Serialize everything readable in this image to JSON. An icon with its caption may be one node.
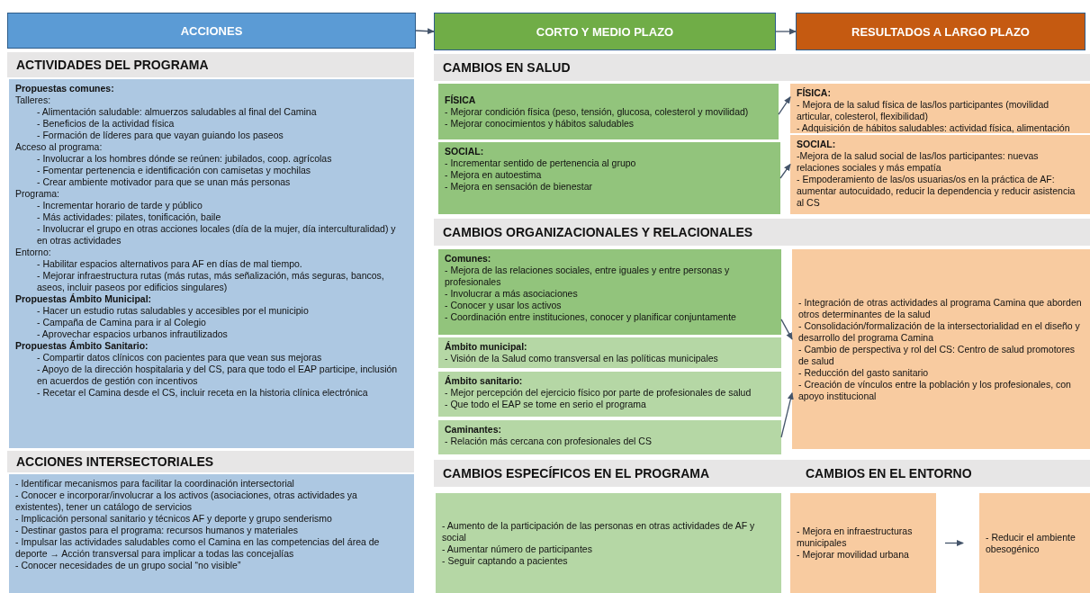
{
  "diagram": {
    "nodes": [
      {
        "text": [
          "ACCIONES"
        ]
      },
      {
        "text": [
          "CORTO Y MEDIO PLAZO"
        ]
      },
      {
        "text": [
          "RESULTADOS A LARGO PLAZO"
        ]
      },
      {
        "text": [
          "ACTIVIDADES DEL PROGRAMA"
        ]
      },
      {
        "text": [
          "Propuestas comunes:",
          "Talleres:",
          "- Alimentación saludable: almuerzos saludables al final del Camina",
          "- Beneficios de la actividad física",
          "- Formación de líderes para que vayan guiando los paseos",
          "Acceso al programa:",
          "- Involucrar a los hombres dónde se reúnen: jubilados, coop. agrícolas",
          "- Fomentar pertenencia e identificación con camisetas y mochilas",
          "- Crear ambiente motivador para que se unan más personas",
          "Programa:",
          "- Incrementar horario de tarde y público",
          "- Más actividades: pilates, tonificación, baile",
          "- Involucrar el grupo en otras acciones locales (día de la mujer, día interculturalidad) y en otras actividades",
          "Entorno:",
          "- Habilitar espacios alternativos para AF en días de mal tiempo.",
          "- Mejorar infraestructura rutas (más rutas, más señalización, más seguras, bancos, aseos, incluir paseos por edificios singulares)",
          "Propuestas Ámbito Municipal:",
          "- Hacer un estudio rutas saludables y accesibles por el municipio",
          "- Campaña de Camina para ir al Colegio",
          "- Aprovechar espacios urbanos infrautilizados",
          "Propuestas Ámbito Sanitario:",
          "- Compartir datos clínicos con pacientes para que vean sus mejoras",
          "- Apoyo de la dirección hospitalaria y del CS, para que todo el EAP participe, inclusión en acuerdos de gestión con incentivos",
          "- Recetar el Camina desde el CS, incluir receta en la historia clínica electrónica"
        ]
      },
      {
        "text": [
          "ACCIONES INTERSECTORIALES"
        ]
      },
      {
        "text": [
          "- Identificar mecanismos para facilitar la coordinación intersectorial",
          "- Conocer e incorporar/involucrar a los activos (asociaciones, otras actividades ya existentes), tener un catálogo de servicios",
          "- Implicación personal sanitario y técnicos AF y deporte y grupo senderismo",
          "- Destinar gastos para el programa: recursos humanos y materiales",
          "- Impulsar las actividades saludables como el Camina en las competencias del área de deporte → Acción transversal para implicar a todas las concejalías",
          "- Conocer necesidades de un grupo social “no visible”"
        ]
      },
      {
        "text": [
          "CAMBIOS EN SALUD"
        ]
      },
      {
        "text": [
          "FÍSICA",
          "- Mejorar condición física (peso, tensión, glucosa, colesterol y movilidad)",
          "- Mejorar conocimientos y hábitos saludables"
        ]
      },
      {
        "text": [
          "SOCIAL:",
          "- Incrementar sentido de pertenencia al grupo",
          "- Mejora en autoestima",
          "- Mejora en sensación de bienestar"
        ]
      },
      {
        "text": [
          "FÍSICA:",
          "- Mejora de la salud física de las/los participantes (movilidad articular, colesterol, flexibilidad)",
          "- Adquisición de hábitos saludables: actividad física, alimentación"
        ]
      },
      {
        "text": [
          "SOCIAL:",
          "-Mejora de la salud social de las/los participantes: nuevas relaciones sociales y más empatía",
          "- Empoderamiento de las/os usuarias/os en la práctica de AF: aumentar autocuidado, reducir la dependencia y reducir asistencia al CS"
        ]
      },
      {
        "text": [
          "CAMBIOS ORGANIZACIONALES Y RELACIONALES"
        ]
      },
      {
        "text": [
          "Comunes:",
          "- Mejora de las relaciones sociales, entre iguales y entre personas y profesionales",
          "- Involucrar a más asociaciones",
          "- Conocer y usar los activos",
          "- Coordinación entre instituciones, conocer y planificar conjuntamente"
        ]
      },
      {
        "text": [
          "Ámbito municipal:",
          "- Visión de la Salud como transversal en las políticas municipales"
        ]
      },
      {
        "text": [
          "Ámbito sanitario:",
          "- Mejor percepción del ejercicio físico por parte de profesionales de salud",
          "- Que todo el EAP se tome en serio el programa"
        ]
      },
      {
        "text": [
          "Caminantes:",
          "- Relación más cercana con profesionales del CS"
        ]
      },
      {
        "text": [
          "- Integración de otras actividades al programa Camina que aborden otros determinantes de la salud",
          "- Consolidación/formalización de la intersectorialidad en el diseño y desarrollo del programa Camina",
          "- Cambio de perspectiva y rol del CS: Centro de salud promotores de salud",
          "- Reducción del gasto sanitario",
          "- Creación de vínculos entre la población y los profesionales, con apoyo institucional"
        ]
      },
      {
        "text": [
          "CAMBIOS ESPECÍFICOS EN EL PROGRAMA",
          "CAMBIOS EN EL ENTORNO"
        ]
      },
      {
        "text": [
          "- Aumento de la participación de las personas en otras actividades de AF y social",
          "- Aumentar número de participantes",
          "- Seguir captando a pacientes"
        ]
      },
      {
        "text": [
          "- Mejora en infraestructuras municipales",
          "- Mejorar movilidad urbana"
        ]
      },
      {
        "text": [
          "- Reducir el ambiente obesogénico"
        ]
      }
    ],
    "edges": [
      {
        "from": 0,
        "to": 1,
        "arrow": "to"
      },
      {
        "from": 1,
        "to": 2,
        "arrow": "to"
      },
      {
        "from": 8,
        "to": 10,
        "arrow": "to"
      },
      {
        "from": 9,
        "to": 11,
        "arrow": "to"
      },
      {
        "from": 13,
        "to": 17,
        "arrow": "to"
      },
      {
        "from": 16,
        "to": 17,
        "arrow": "to"
      },
      {
        "from": 20,
        "to": 21,
        "arrow": "to"
      }
    ]
  }
}
